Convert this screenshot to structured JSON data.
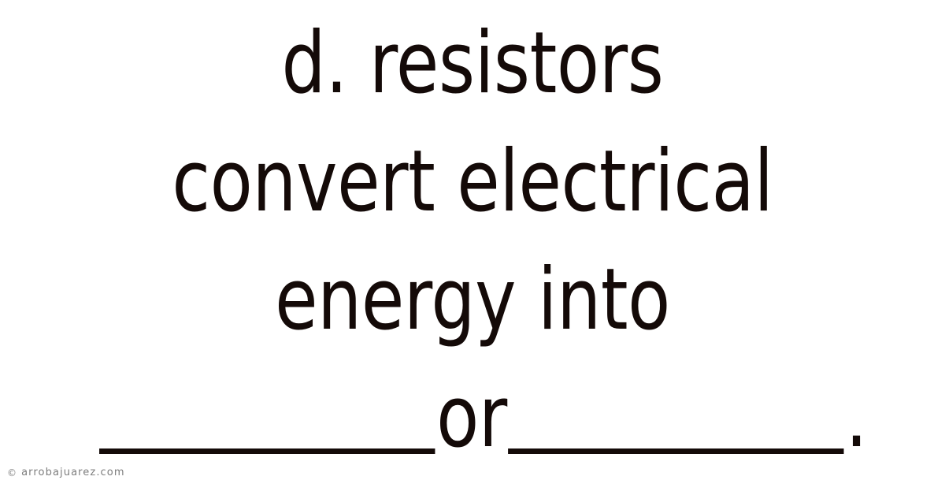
{
  "card": {
    "background_color": "#ffffff",
    "text_color": "#140a08"
  },
  "question": {
    "full_text": "d. resistors convert electrical energy into ________ or ________.",
    "lines": [
      {
        "text": "d. resistors"
      },
      {
        "text": "convert electrical"
      },
      {
        "text": "energy into"
      }
    ],
    "last_line": {
      "before_blank": "",
      "separator": "or",
      "terminator": "."
    }
  },
  "watermark": {
    "mark": "©",
    "text": "arrobajuarez.com",
    "color": "#7d7d7d"
  }
}
